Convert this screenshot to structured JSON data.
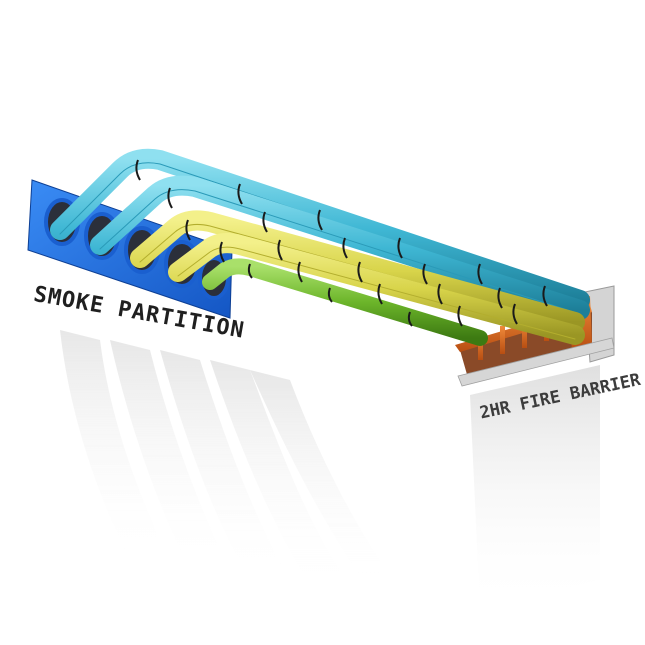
{
  "image": {
    "description": "3D rendering of bundled cable pathways running from a smoke partition to a 2HR fire barrier",
    "background_color": "#ffffff"
  },
  "labels": {
    "smoke_partition": "SMOKE PARTITION",
    "fire_barrier": "2HR FIRE BARRIER"
  },
  "components": {
    "smoke_partition_panel": {
      "color": "#1e6fe0",
      "openings": 5
    },
    "fire_barrier_frame": {
      "color": "#d9661e",
      "mount_color": "#cfcfcf",
      "openings": 5
    },
    "cable_bundles": [
      {
        "name": "bundle-1",
        "color": "#3fb7d4"
      },
      {
        "name": "bundle-2",
        "color": "#3fb7d4"
      },
      {
        "name": "bundle-3",
        "color": "#d8d44a"
      },
      {
        "name": "bundle-4",
        "color": "#d8d44a"
      },
      {
        "name": "bundle-5",
        "color": "#6cb52a"
      }
    ]
  }
}
